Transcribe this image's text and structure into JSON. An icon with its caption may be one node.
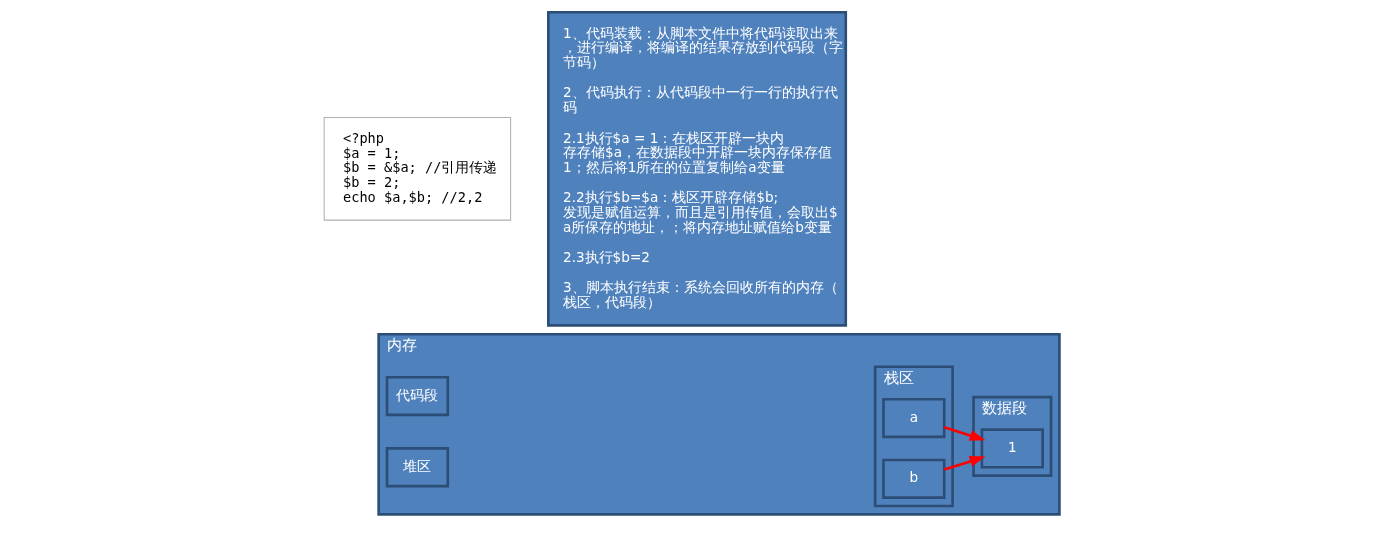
{
  "diagram": {
    "nodes": [
      {
        "text": [
          "<?php",
          "$a = 1;",
          "$b = &$a; //引用传递",
          "$b = 2;",
          "echo $a,$b; //2,2"
        ]
      },
      {
        "text": [
          "1、代码装载：从脚本文件中将代码读取出来，进行编译，将编译的结果存放到代码段（字节码）",
          "2、代码执行：从代码段中一行一行的执行代码",
          "2.1执行$a = 1：在栈区开辟一块内存存储$a，在数据段中开辟一块内存保存值1；然后将1所在的位置复制给a变量",
          "2.2执行$b=$a：栈区开辟存储$b;发现是赋值运算，而且是引用传值，会取出$a所保存的地址，；将内存地址赋值给b变量",
          "2.3执行$b=2",
          "3、脚本执行结束：系统会回收所有的内存（栈区，代码段）"
        ]
      },
      {
        "text": [
          "内存"
        ]
      },
      {
        "text": [
          "栈区"
        ],
        "in": 2
      },
      {
        "text": [
          "a"
        ],
        "in": 3
      },
      {
        "text": [
          "b"
        ],
        "in": 3
      },
      {
        "text": [
          "数据段"
        ],
        "in": 2
      },
      {
        "text": [
          "1"
        ],
        "in": 6
      },
      {
        "text": [
          "代码段"
        ],
        "in": 2
      },
      {
        "text": [
          "堆区"
        ],
        "in": 2
      }
    ],
    "edges": [
      {
        "from": 4,
        "to": 7,
        "arrow": "to"
      },
      {
        "from": 5,
        "to": 7,
        "arrow": "to"
      }
    ]
  }
}
